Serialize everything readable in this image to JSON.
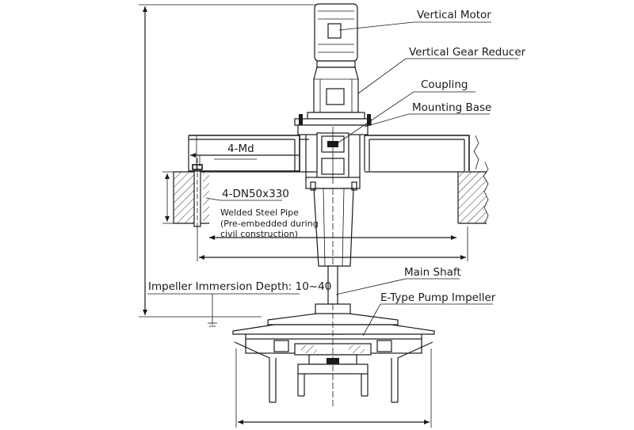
{
  "labels": {
    "vertical_motor": "Vertical Motor",
    "vertical_gear_reducer": "Vertical Gear Reducer",
    "coupling": "Coupling",
    "mounting_base": "Mounting Base",
    "bolt_spec": "4-Md",
    "pipe_spec": "4-DN50x330",
    "pipe_note_line1": "Welded Steel Pipe",
    "pipe_note_line2": "(Pre-embedded during",
    "pipe_note_line3": "civil construction)",
    "main_shaft": "Main Shaft",
    "immersion_depth": "Impeller Immersion Depth: 10~40",
    "impeller": "E-Type Pump Impeller"
  }
}
